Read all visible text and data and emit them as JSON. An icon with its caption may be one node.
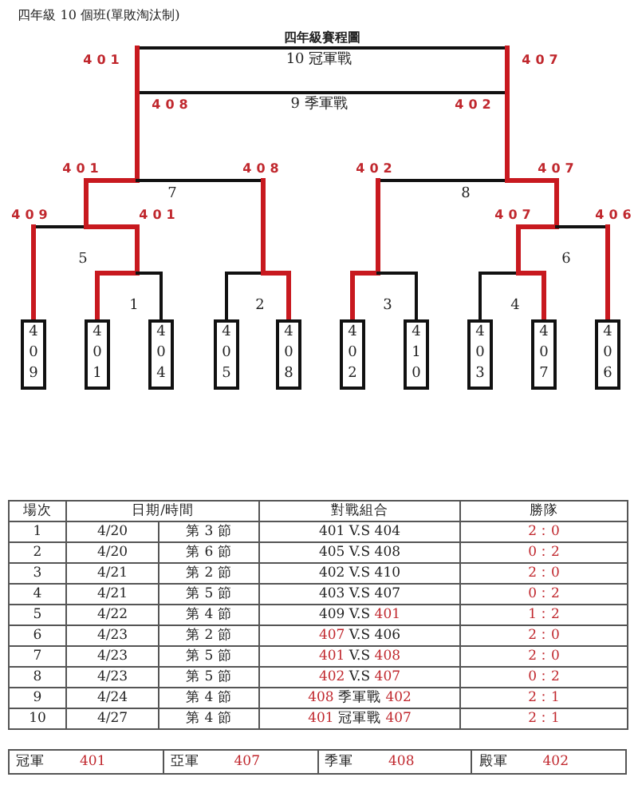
{
  "diagram": {
    "title": "四年級賽程圖",
    "nodes": [
      {
        "text": [
          "409"
        ]
      },
      {
        "text": [
          "401"
        ]
      },
      {
        "text": [
          "404"
        ]
      },
      {
        "text": [
          "405"
        ]
      },
      {
        "text": [
          "408"
        ]
      },
      {
        "text": [
          "402"
        ]
      },
      {
        "text": [
          "410"
        ]
      },
      {
        "text": [
          "403"
        ]
      },
      {
        "text": [
          "407"
        ]
      },
      {
        "text": [
          "406"
        ]
      }
    ],
    "edges": [],
    "labels": [
      "四年級 10 個班(單敗淘汰制)",
      "401",
      "10 冠軍戰",
      "407",
      "408",
      "9 季軍戰",
      "402",
      "401",
      "408",
      "402",
      "407",
      "7",
      "8",
      "409",
      "401",
      "407",
      "406",
      "5",
      "6",
      "1",
      "2",
      "3",
      "4",
      "場次",
      "日期/時間",
      "對戰組合",
      "勝隊",
      "1",
      "4/20",
      "第 3 節",
      "401 V.S 404",
      "2：0",
      "2",
      "4/20",
      "第 6 節",
      "405 V.S 408",
      "0：2",
      "3",
      "4/21",
      "第 2 節",
      "402 V.S 410",
      "2：0",
      "4",
      "4/21",
      "第 5 節",
      "403 V.S 407",
      "0：2",
      "5",
      "4/22",
      "第 4 節",
      "409 V.S 401",
      "1：2",
      "6",
      "4/23",
      "第 2 節",
      "407 V.S 406",
      "2：0",
      "7",
      "4/23",
      "第 5 節",
      "401 V.S 408",
      "2：0",
      "8",
      "4/23",
      "第 5 節",
      "402 V.S 407",
      "0：2",
      "9",
      "4/24",
      "第 4 節",
      "408 季軍戰 402",
      "2：1",
      "10",
      "4/27",
      "第 4 節",
      "401 冠軍戰 407",
      "2：1",
      "冠軍",
      "401",
      "亞軍",
      "407",
      "季軍",
      "408",
      "殿軍",
      "402"
    ]
  }
}
